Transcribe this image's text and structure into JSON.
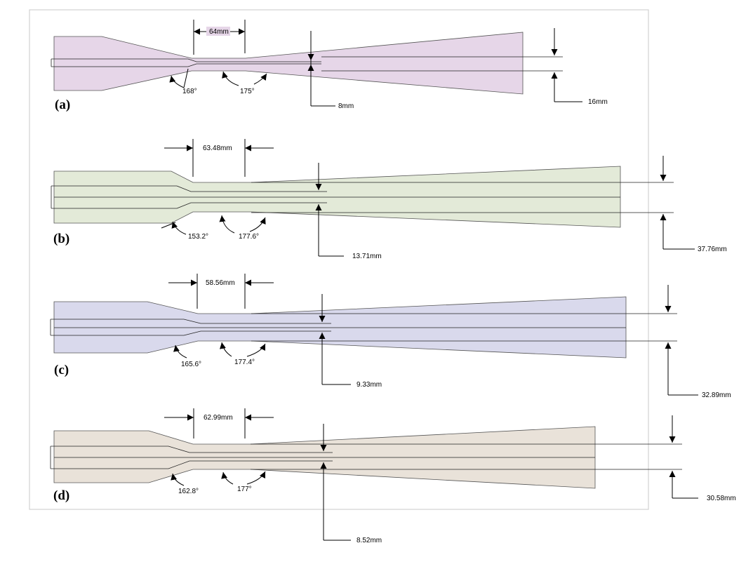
{
  "colors": {
    "a": "#e6d6e8",
    "b": "#e3ead8",
    "c": "#d9d9ec",
    "d": "#e9e2d9",
    "frame": "#c8c8c8"
  },
  "panels": {
    "a": {
      "tag": "(a)",
      "length": "64mm",
      "angle1": "168°",
      "angle2": "175°",
      "throat": "8mm",
      "exit": "16mm"
    },
    "b": {
      "tag": "(b)",
      "length": "63.48mm",
      "angle1": "153.2°",
      "angle2": "177.6°",
      "throat": "13.71mm",
      "exit": "37.76mm"
    },
    "c": {
      "tag": "(c)",
      "length": "58.56mm",
      "angle1": "165.6°",
      "angle2": "177.4°",
      "throat": "9.33mm",
      "exit": "32.89mm"
    },
    "d": {
      "tag": "(d)",
      "length": "62.99mm",
      "angle1": "162.8°",
      "angle2": "177°",
      "throat": "8.52mm",
      "exit": "30.58mm"
    }
  }
}
